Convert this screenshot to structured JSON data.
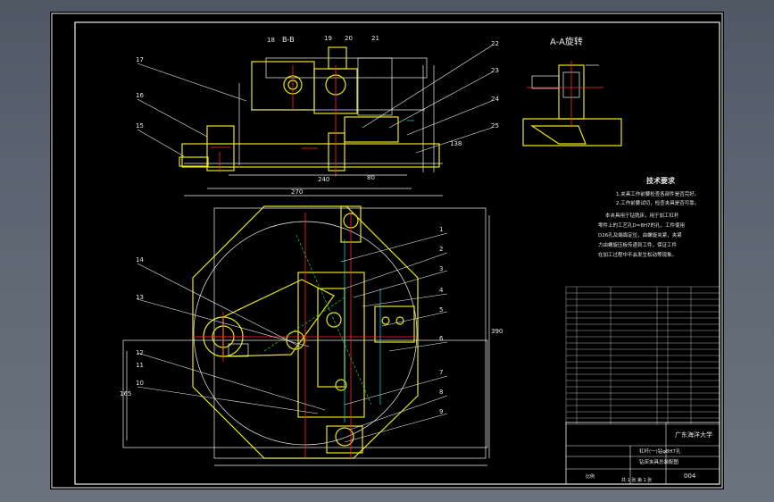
{
  "drawing": {
    "section_bb_label": "B-B",
    "view_aa_title": "A-A旋转",
    "top_callouts": [
      "18",
      "19",
      "20",
      "21"
    ],
    "left_callouts_top": [
      "17",
      "16",
      "15"
    ],
    "right_callouts_top": [
      "22",
      "23",
      "24",
      "25"
    ],
    "plan_left_callouts": [
      "14",
      "13",
      "12",
      "11",
      "10"
    ],
    "plan_right_callouts": [
      "1",
      "2",
      "3",
      "4",
      "5",
      "6",
      "7",
      "8",
      "9"
    ],
    "dimensions": {
      "d240": "240",
      "d270": "270",
      "d80": "80",
      "d138": "138",
      "d165": "165",
      "d390": "390"
    }
  },
  "tech_requirements": {
    "title": "技术要求",
    "lines": [
      "1.夹具工作前要检查各部件是否完好。",
      "2.工作前要试切，检查夹具是否可靠。",
      "本夹具用于钻铣床，用于加工杠杆",
      "零件上的工艺孔D=8H7的孔，工件使用",
      "D26孔及端面定位，由螺旋夹紧，夹紧",
      "力由螺旋压板传递到工件，保证工件",
      "在加工过程中不会发生松动等现象。"
    ]
  },
  "parts_table": {
    "rows": 22
  },
  "title_block": {
    "school": "广东海洋大学",
    "drawing_name_1": "杠杆(一)钻φ8H7孔",
    "drawing_name_2": "钻床夹具总装配图",
    "drawing_no": "004",
    "scale_label": "比例",
    "sheet_label": "共 1 张 第 1 张"
  }
}
